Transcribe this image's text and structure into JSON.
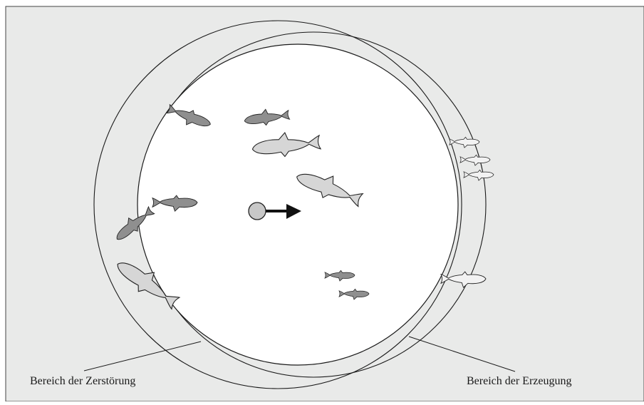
{
  "diagram": {
    "labels": {
      "destruction_zone": "Bereich der Zerstörung",
      "creation_zone": "Bereich der Erzeugung"
    },
    "colors": {
      "background": "#e9eae9",
      "visible_area": "#ffffff",
      "outline": "#1a1a1a",
      "fish_dark": "#8f8f8f",
      "fish_light": "#d6d6d6",
      "fish_fading": "#f2f2f2",
      "viewer_dot": "#c8c8c8",
      "arrow": "#111111"
    },
    "elements": {
      "viewer": "viewer-position-dot",
      "movement": "movement-direction-arrow"
    }
  }
}
